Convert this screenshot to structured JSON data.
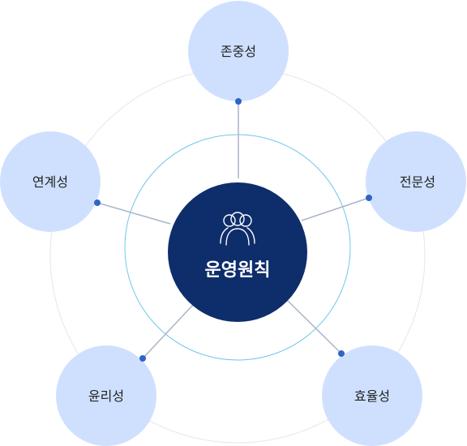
{
  "center": {
    "label": "운영원칙",
    "icon": "people-icon"
  },
  "principles": [
    {
      "label": "존중성"
    },
    {
      "label": "전문성"
    },
    {
      "label": "효율성"
    },
    {
      "label": "윤리성"
    },
    {
      "label": "연계성"
    }
  ],
  "colors": {
    "center_fill": "#0e2d6b",
    "node_fill": "#cfe0ff",
    "connector": "#aab4c8",
    "dot": "#2f64c8",
    "inner_ring": "#6fc6ea",
    "outer_ring": "#e3e6ea"
  }
}
